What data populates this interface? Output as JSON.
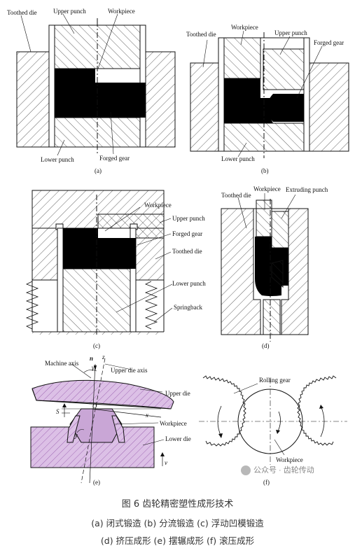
{
  "panels": {
    "a": {
      "caption": "(a)",
      "labels": {
        "toothed_die": "Toothed die",
        "upper_punch": "Upper punch",
        "workpiece": "Workpiece",
        "lower_punch": "Lower punch",
        "forged_gear": "Forged gear"
      }
    },
    "b": {
      "caption": "(b)",
      "labels": {
        "toothed_die": "Toothed die",
        "workpiece": "Workpiece",
        "upper_punch": "Upper punch",
        "forged_gear": "Forged gear",
        "lower_punch": "Lower punch"
      }
    },
    "c": {
      "caption": "(c)",
      "labels": {
        "workpiece": "Workpiece",
        "upper_punch": "Upper punch",
        "forged_gear": "Forged gear",
        "toothed_die": "Toothed die",
        "lower_punch": "Lower punch",
        "springback": "Springback"
      }
    },
    "d": {
      "caption": "(d)",
      "labels": {
        "toothed_die": "Toothed die",
        "workpiece": "Workpiece",
        "extruding_punch": "Extruding punch"
      }
    },
    "e": {
      "caption": "(e)",
      "labels": {
        "machine_axis": "Machine axis",
        "upper_die_axis": "Upper die axis",
        "upper_die": "Upper die",
        "workpiece": "Workpiece",
        "lower_die": "Lower die"
      },
      "symbols": {
        "n": "n",
        "z": "z",
        "gamma": "γ",
        "s": "S",
        "o": "O",
        "x": "x",
        "y": "y",
        "v": "v"
      }
    },
    "f": {
      "caption": "(f)",
      "labels": {
        "rolling_gear": "Rolling gear",
        "workpiece": "Workpiece"
      }
    }
  },
  "watermark": "公众号 · 齿轮传动",
  "figure_caption": "图 6 齿轮精密塑性成形技术",
  "subcaption_1": "(a) 闭式锻造 (b) 分流锻造 (c) 浮动凹模锻造",
  "subcaption_2": "(d) 挤压成形 (e) 摆辗成形 (f) 滚压成形",
  "colors": {
    "workpiece_fill": "#000000",
    "hatch": "#222222",
    "purple": "#c9a6d6",
    "purple_hatch": "#9a5fb0"
  }
}
